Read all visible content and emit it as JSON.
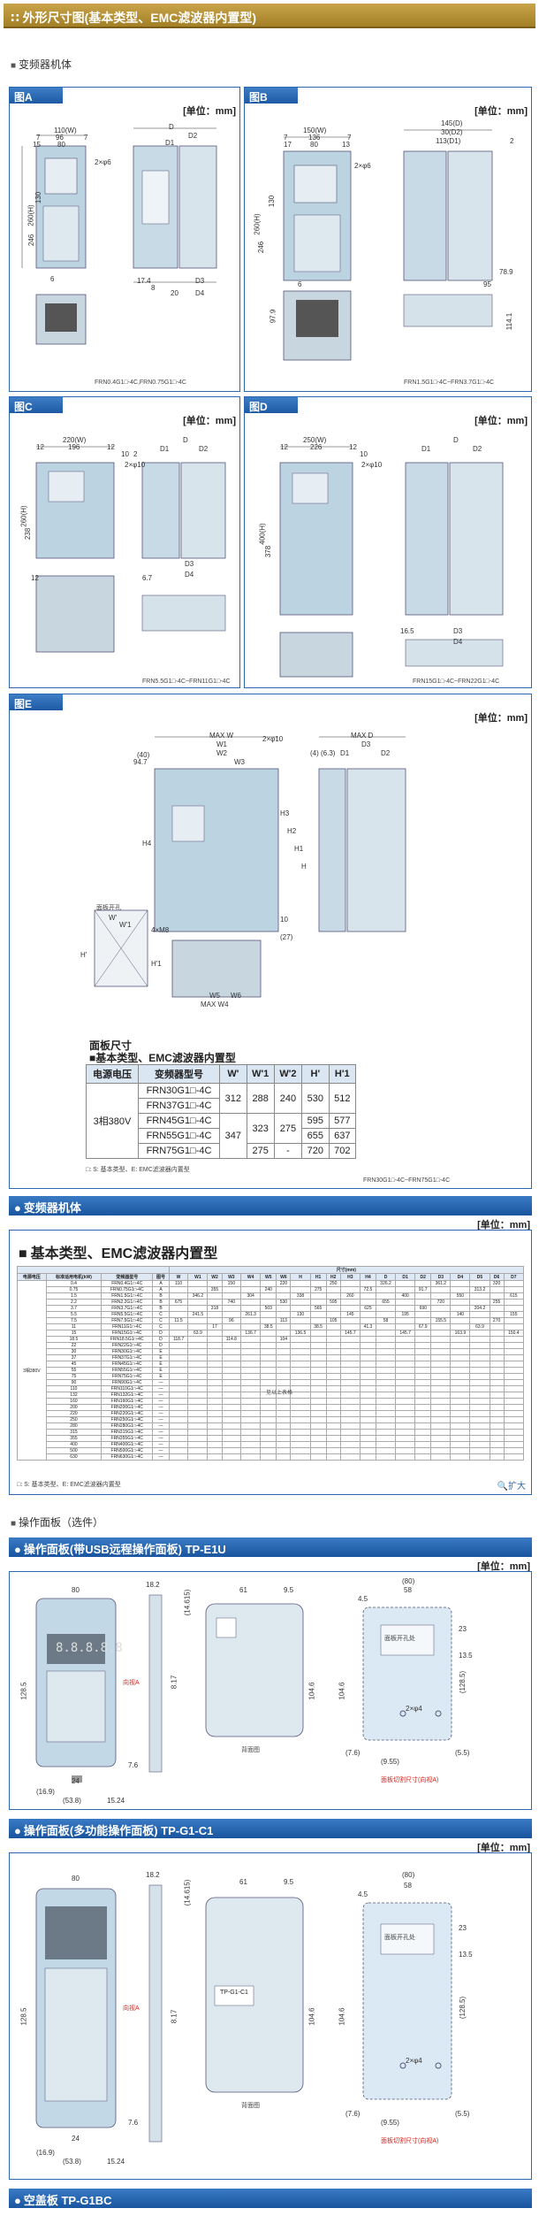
{
  "header": {
    "title": "外形尺寸图(基本类型、EMC滤波器内置型)"
  },
  "inverter_body_label": "变频器机体",
  "unit_text": "[单位：mm]",
  "figures": {
    "a": {
      "label": "图A",
      "caption": "FRN0.4G1□-4C,FRN0.75G1□-4C",
      "dims": {
        "w": "110(W)",
        "d": "D",
        "d2": "D2",
        "d1": "D1",
        "a96": "96",
        "a7": "7",
        "a15": "15",
        "a80": "80",
        "a7b": "7",
        "h": "260(H)",
        "h1": "246",
        "h2": "130",
        "hole": "2×φ6",
        "a6": "6",
        "a17": "17.4",
        "a8": "8",
        "a20": "20",
        "d3": "D3",
        "d4": "D4"
      }
    },
    "b": {
      "label": "图B",
      "caption": "FRN1.5G1□-4C~FRN3.7G1□-4C",
      "dims": {
        "w": "150(W)",
        "a7": "7",
        "a136": "136",
        "a7b": "7",
        "a17": "17",
        "a80": "80",
        "a13": "13",
        "d": "145(D)",
        "d2": "30(D2)",
        "d1": "113(D1)",
        "a2": "2",
        "hole": "2×φ6",
        "h": "260(H)",
        "h1": "246",
        "h2": "130",
        "a6": "6",
        "a95": "95",
        "a789": "78.9",
        "a979": "97.9",
        "a1141": "114.1"
      }
    },
    "c": {
      "label": "图C",
      "caption": "FRN5.5G1□-4C~FRN11G1□-4C",
      "dims": {
        "w": "220(W)",
        "a12": "12",
        "a196": "196",
        "a12b": "12",
        "a10": "10",
        "a2": "2",
        "d": "D",
        "d1": "D1",
        "d2": "D2",
        "hole": "2×φ10",
        "h": "260(H)",
        "h1": "238",
        "d3": "D3",
        "d4": "D4",
        "a12c": "12",
        "a67": "6.7"
      }
    },
    "d": {
      "label": "图D",
      "caption": "FRN15G1□-4C~FRN22G1□-4C",
      "dims": {
        "w": "250(W)",
        "a226": "226",
        "a12": "12",
        "a12b": "12",
        "a10": "10",
        "d": "D",
        "d1": "D1",
        "d2": "D2",
        "hole": "2×φ10",
        "h": "400(H)",
        "h1": "378",
        "a165": "16.5",
        "d3": "D3",
        "d4": "D4"
      }
    },
    "e": {
      "label": "图E",
      "caption": "FRN30G1□-4C~FRN75G1□-4C",
      "dims": {
        "maxw": "MAX W",
        "w1": "W1",
        "w2": "W2",
        "w3": "W3",
        "hole": "2×φ10",
        "maxd": "MAX D",
        "d3": "D3",
        "d1": "D1",
        "d2": "D2",
        "a40": "(40)",
        "a947": "94.7",
        "a4": "(4)",
        "a63": "(6.3)",
        "h": "H",
        "h1": "H1",
        "h2": "H2",
        "h3": "H3",
        "h4": "H4",
        "a10": "10",
        "a27": "(27)",
        "maxw4": "MAX W4",
        "w5": "W5",
        "w6": "W6",
        "panel": "面板开孔",
        "wp": "W'",
        "w1p": "W'1",
        "hp": "H'",
        "h1p": "H'1",
        "m": "4×M8"
      }
    }
  },
  "panel_size": {
    "title": "面板尺寸",
    "subtitle": "基本类型、EMC滤波器内置型",
    "headers": [
      "电源电压",
      "变频器型号",
      "W'",
      "W'1",
      "W'2",
      "H'",
      "H'1"
    ],
    "voltage": "3相380V",
    "models": [
      "FRN30G1□-4C",
      "FRN37G1□-4C",
      "FRN45G1□-4C",
      "FRN55G1□-4C",
      "FRN75G1□-4C"
    ],
    "w1": [
      "312",
      "347"
    ],
    "w1p1": [
      "288",
      "323",
      "275"
    ],
    "w2": [
      "240",
      "275",
      "-"
    ],
    "h": [
      "530",
      "595",
      "655",
      "720"
    ],
    "h1": [
      "512",
      "577",
      "637",
      "702"
    ],
    "note": "□: S: 基本类型、E: EMC滤波器内置型",
    "caption": "FRN30G1□-4C~FRN75G1□-4C"
  },
  "inverter_table": {
    "section": "变频器机体",
    "title": "基本类型、EMC滤波器内置型",
    "cols": [
      "电源电压",
      "标准适用电机(kW)",
      "变频器型号",
      "图号",
      "W",
      "W1",
      "W2",
      "W3",
      "W4",
      "W5",
      "W6",
      "H",
      "H1",
      "H2",
      "H3",
      "H4",
      "D",
      "D1",
      "D2",
      "D3",
      "D4",
      "D5",
      "D6",
      "D7"
    ],
    "group_header": "尺寸(mm)",
    "voltage": "3相380V",
    "kw": [
      "0.4",
      "0.75",
      "1.5",
      "2.2",
      "3.7",
      "5.5",
      "7.5",
      "11",
      "15",
      "18.5",
      "22",
      "30",
      "37",
      "45",
      "55",
      "75",
      "90",
      "110",
      "132",
      "160",
      "200",
      "220",
      "250",
      "280",
      "315",
      "355",
      "400",
      "500",
      "630"
    ],
    "models": [
      "FRN0.4G1□-4C",
      "FRN0.75G1□-4C",
      "FRN1.5G1□-4C",
      "FRN2.2G1□-4C",
      "FRN3.7G1□-4C",
      "FRN5.5G1□-4C",
      "FRN7.5G1□-4C",
      "FRN11G1□-4C",
      "FRN15G1□-4C",
      "FRN18.5G1□-4C",
      "FRN22G1□-4C",
      "FRN30G1□-4C",
      "FRN37G1□-4C",
      "FRN45G1□-4C",
      "FRN55G1□-4C",
      "FRN75G1□-4C",
      "FRN90G1□-4C",
      "FRN110G1□-4C",
      "FRN132G1□-4C",
      "FRN160G1□-4C",
      "FRN200G1□-4C",
      "FRN220G1□-4C",
      "FRN250G1□-4C",
      "FRN280G1□-4C",
      "FRN315G1□-4C",
      "FRN355G1□-4C",
      "FRN400G1□-4C",
      "FRN500G1□-4C",
      "FRN630G1□-4C"
    ],
    "figs": [
      "A",
      "A",
      "B",
      "B",
      "B",
      "C",
      "C",
      "C",
      "D",
      "D",
      "D",
      "E",
      "E",
      "E",
      "E",
      "E",
      "—",
      "—",
      "—",
      "—",
      "—",
      "—",
      "—",
      "—",
      "—",
      "—",
      "—",
      "—",
      "—"
    ],
    "sample_values": [
      "110",
      "150",
      "220",
      "250",
      "326.2",
      "361.2",
      "320",
      "355",
      "240",
      "275",
      "72.5",
      "91.7",
      "313.2",
      "346.2",
      "304",
      "338",
      "260",
      "400",
      "550",
      "615",
      "675",
      "740",
      "530",
      "595",
      "655",
      "720",
      "255",
      "318",
      "503",
      "565",
      "625",
      "690",
      "204.2",
      "241.5",
      "261.3",
      "130",
      "145",
      "195",
      "140",
      "155",
      "11.5",
      "96",
      "113",
      "105",
      "58",
      "155.5",
      "270",
      "17",
      "38.5",
      "38.5",
      "41.3",
      "67.9",
      "63.9",
      "63.9",
      "136.7",
      "136.5",
      "145.7",
      "145.7",
      "163.9",
      "150.4",
      "118.7",
      "114.8",
      "104"
    ],
    "omit_note": "见以上表格",
    "note": "□: S: 基本类型、E: EMC滤波器内置型",
    "expand": "扩大"
  },
  "operation_panel_label": "操作面板（选件）",
  "panels": [
    {
      "title": "操作面板(带USB远程操作面板) TP-E1U",
      "dims": {
        "a80": "80",
        "a182": "18.2",
        "a146": "(14.615)",
        "a61": "61",
        "a95": "9.5",
        "a80b": "(80)",
        "a58": "58",
        "a45": "4.5",
        "a1285": "128.5",
        "a8": "8.17",
        "a1046": "104.6",
        "a1285b": "(128.5)",
        "a23": "23",
        "a135": "13.5",
        "a24": "24",
        "a53": "(53.8)",
        "a1624": "15.24",
        "a169": "(16.9)",
        "a76": "7.6",
        "a76b": "(7.6)",
        "a55": "(5.5)",
        "a955": "(9.55)",
        "hole2": "2×φ4"
      },
      "labels": {
        "arrow": "向视A",
        "back": "背面图",
        "cut": "面板开孔处",
        "note": "面板切割尺寸(向视A)",
        "screen": "8.8.8.8.8"
      }
    },
    {
      "title": "操作面板(多功能操作面板) TP-G1-C1",
      "dims": {
        "a80": "80",
        "a182": "18.2",
        "a146": "(14.615)",
        "a61": "61",
        "a95": "9.5",
        "a80b": "(80)",
        "a58": "58",
        "a45": "4.5",
        "a1285": "128.5",
        "a8": "8.17",
        "a1046": "104.6",
        "a1285b": "(128.5)",
        "a23": "23",
        "a135": "13.5",
        "a24": "24",
        "a53": "(53.8)",
        "a1624": "15.24",
        "a169": "(16.9)",
        "a76": "7.6",
        "a76b": "(7.6)",
        "a55": "(5.5)",
        "a955": "(9.55)",
        "hole2": "2×φ4"
      },
      "labels": {
        "arrow": "向视A",
        "back": "背面图",
        "cut": "面板开孔处",
        "note": "面板切割尺寸(向视A)",
        "model": "TP-G1-C1"
      }
    },
    {
      "title": "空盖板 TP-G1BC"
    }
  ],
  "colors": {
    "gold": "#b48d31",
    "blue": "#2c68b0",
    "red": "#d0251e"
  }
}
